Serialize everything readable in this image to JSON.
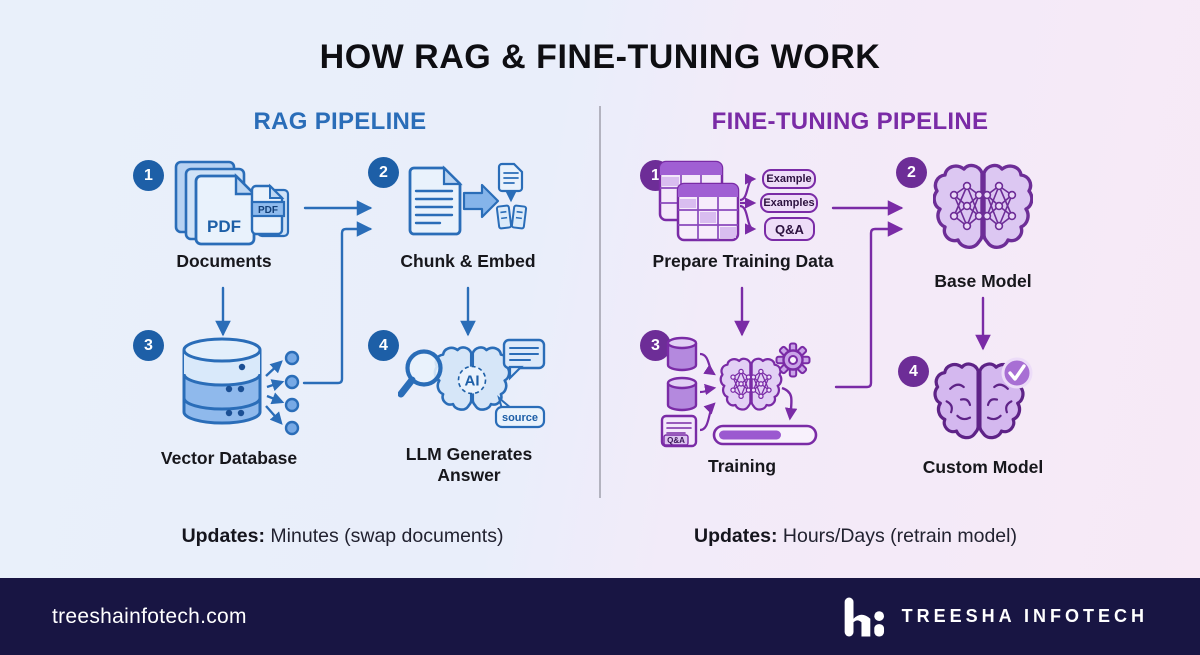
{
  "title": "HOW RAG & FINE-TUNING WORK",
  "rag": {
    "heading": "RAG PIPELINE",
    "steps": [
      {
        "num": "1",
        "label": "Documents"
      },
      {
        "num": "2",
        "label": "Chunk & Embed"
      },
      {
        "num": "3",
        "label": "Vector Database"
      },
      {
        "num": "4",
        "label": "LLM Generates Answer"
      }
    ],
    "pdf_text": "PDF",
    "ai_text": "AI",
    "source_text": "source",
    "updates_label": "Updates:",
    "updates_value": "Minutes (swap documents)"
  },
  "finetune": {
    "heading": "FINE-TUNING PIPELINE",
    "steps": [
      {
        "num": "1",
        "label": "Prepare Training Data"
      },
      {
        "num": "2",
        "label": "Base Model"
      },
      {
        "num": "3",
        "label": "Training"
      },
      {
        "num": "4",
        "label": "Custom Model"
      }
    ],
    "pills": [
      "Example",
      "Examples",
      "Q&A"
    ],
    "qa_doc_text": "Q&A",
    "updates_label": "Updates:",
    "updates_value": "Hours/Days (retrain model)"
  },
  "footer": {
    "website": "treeshainfotech.com",
    "brand": "TREESHA INFOTECH"
  },
  "colors": {
    "rag_accent": "#2a6db8",
    "rag_badge": "#1d5fa7",
    "ft_accent": "#7a2ba6",
    "ft_badge": "#6d2d97",
    "divider": "#b3b3bf",
    "footer_bg": "#181543",
    "bg_left": "#e9f0fa",
    "bg_right": "#f7e9f6"
  }
}
